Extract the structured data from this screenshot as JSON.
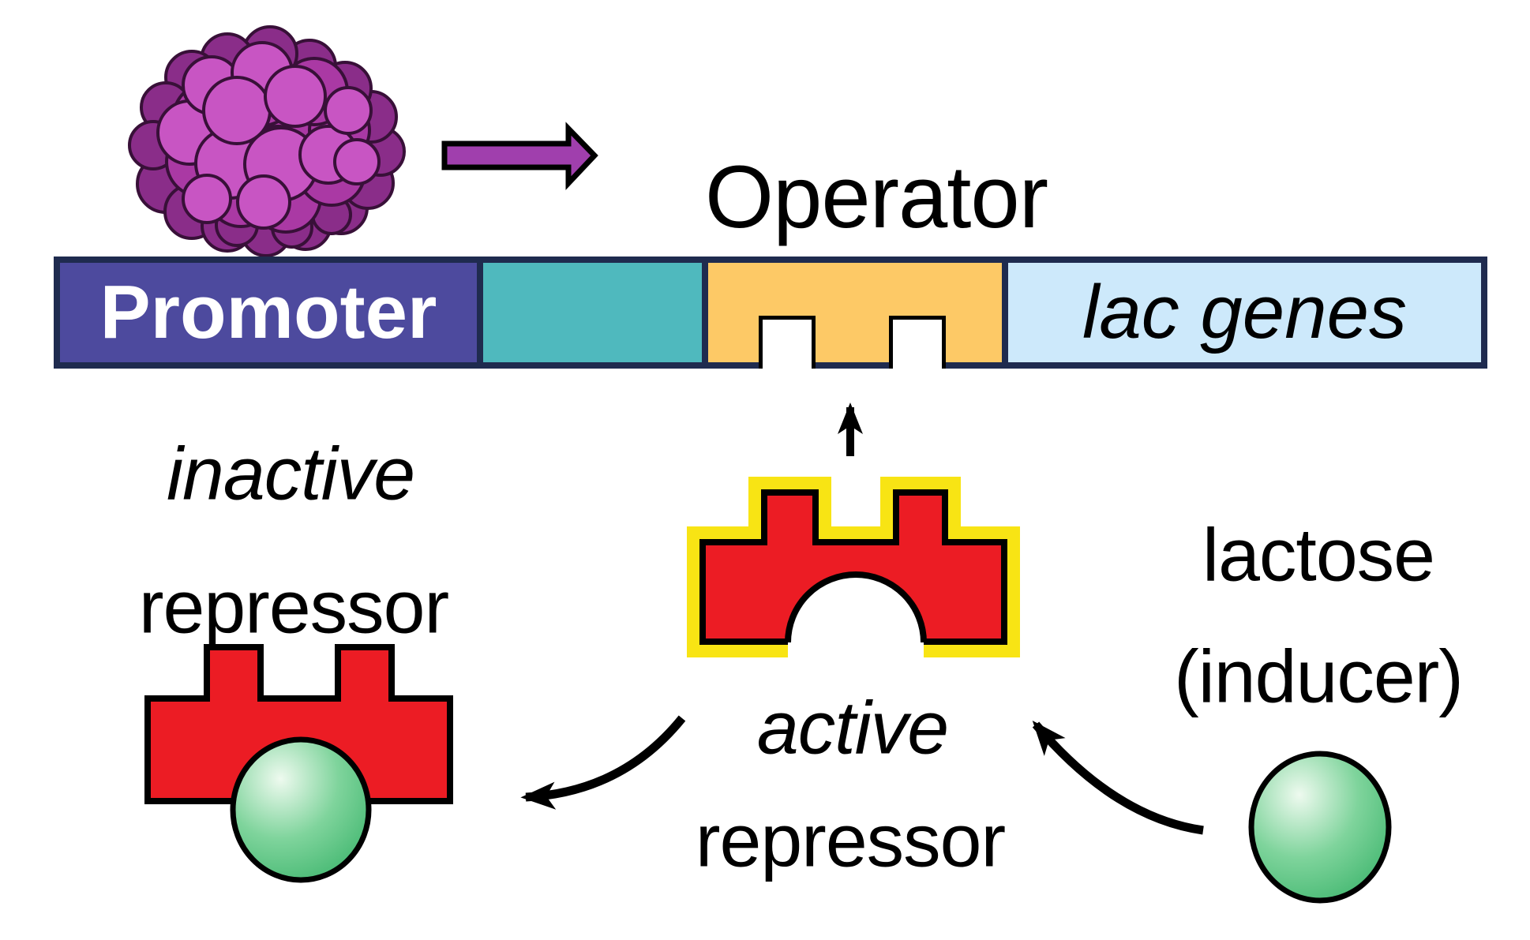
{
  "title": "lac operon repression diagram",
  "labels": {
    "operator": "Operator",
    "promoter": "Promoter",
    "lac_genes": "lac genes",
    "inactive_repressor": {
      "line1": "inactive",
      "line2": "repressor"
    },
    "active_repressor": {
      "line1": "active",
      "line2": "repressor"
    },
    "lactose": {
      "line1": "lactose",
      "line2": "(inducer)"
    }
  },
  "colors": {
    "promoter_fill": "#4d4a9e",
    "rna_spacer_fill": "#4fb9be",
    "operator_fill": "#fdc966",
    "lac_genes_fill": "#cde9fb",
    "dna_border": "#1f2b4f",
    "repressor_red": "#ec1c24",
    "active_outline_yellow": "#f8e414",
    "inducer_green": "#2fae62",
    "inducer_green_light": "#e9f9ec",
    "polymerase_pink": "#c855c3",
    "polymerase_mid": "#aa39a4",
    "polymerase_dark": "#8a2d89",
    "arrow_purple": "#a03fad",
    "text_black": "#000000",
    "background": "#ffffff"
  },
  "shapes": [
    "rna-polymerase-blob",
    "transcription-arrow",
    "dna-bar",
    "promoter-segment",
    "spacer-segment",
    "operator-segment",
    "operator-binding-notch-1",
    "operator-binding-notch-2",
    "lac-genes-segment",
    "active-repressor-shape",
    "repressor-to-operator-arrow",
    "inactivation-arrow",
    "lactose-binding-arrow",
    "inactive-repressor-shape",
    "bound-lactose-molecule",
    "lactose-molecule"
  ]
}
